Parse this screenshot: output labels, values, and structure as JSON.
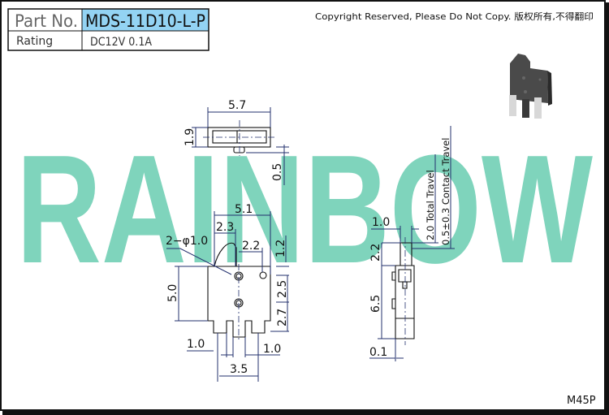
{
  "title_block": {
    "part_no_label": "Part No.",
    "part_no_value": "MDS-11D10-L-P",
    "rating_label": "Rating",
    "rating_value": "DC12V 0.1A"
  },
  "copyright": "Copyright Reserved, Please Do Not Copy. 版权所有,不得翻印",
  "watermark": "RAINBOW",
  "dimensions": {
    "top_width": "5.7",
    "top_depth": "1.9",
    "tab": "0.5",
    "body_width": "5.1",
    "lever_offset": "2.3",
    "hole_spacing": "2.2",
    "holes": "2−φ1.0",
    "lever_height": "1.2",
    "hole_vertical": "2.5",
    "hole_bottom": "2.7",
    "body_height": "5.0",
    "leg_left": "1.0",
    "leg_right": "1.0",
    "leg_spacing": "3.5",
    "side_width": "1.0",
    "plunger": "2.2",
    "side_height": "6.5",
    "side_offset": "0.1",
    "total_travel": "2.0 Total Travel",
    "contact_travel": "0.5±0.3 Contact Travel"
  },
  "drawing_code": "M45P",
  "colors": {
    "watermark": "#7fd4bc",
    "header_fill": "#93d3f3",
    "dimension": "#23306e"
  }
}
